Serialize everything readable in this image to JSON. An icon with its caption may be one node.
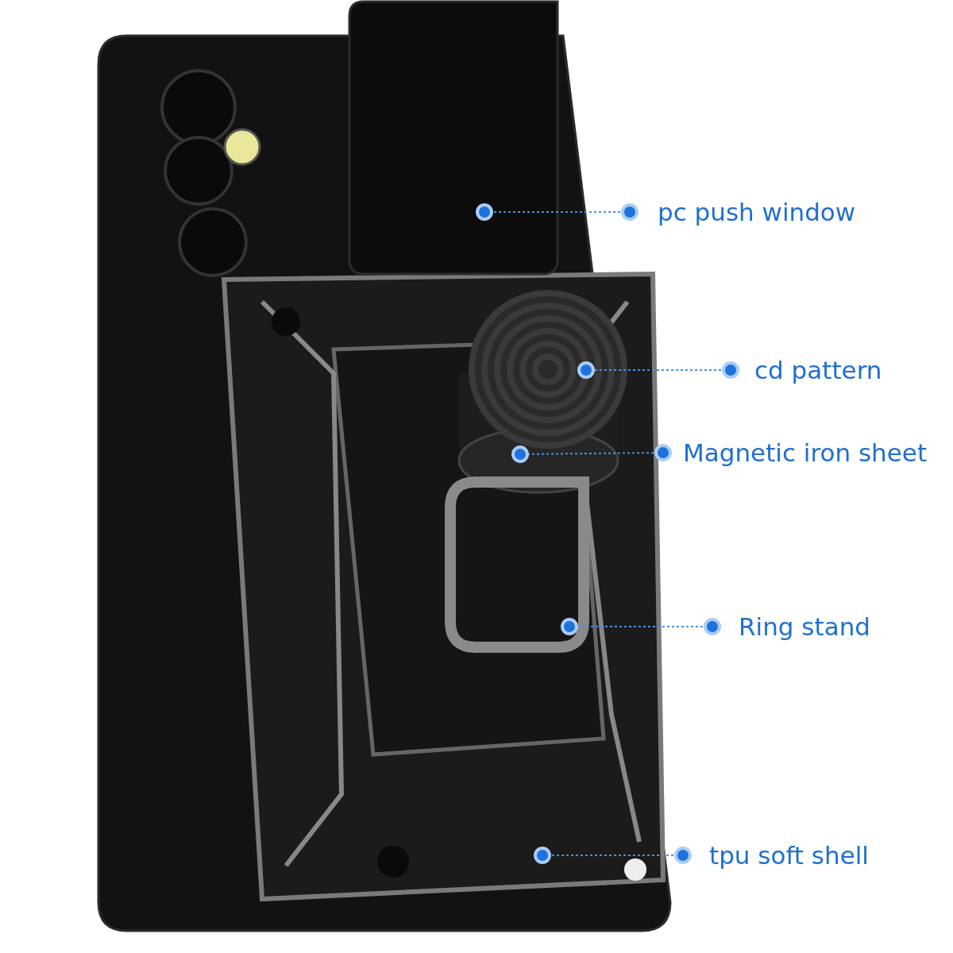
{
  "diagram": {
    "nodes": [
      {
        "text": [
          "pc push window"
        ]
      },
      {
        "text": [
          "cd pattern"
        ]
      },
      {
        "text": [
          "Magnetic iron sheet"
        ]
      },
      {
        "text": [
          "Ring stand"
        ]
      },
      {
        "text": [
          "tpu soft shell"
        ]
      },
      {
        "text": [],
        "shape": "box"
      },
      {
        "text": [],
        "shape": "box"
      },
      {
        "text": [],
        "shape": "circle",
        "in": 5
      },
      {
        "text": [],
        "shape": "cylinder",
        "in": 5
      },
      {
        "text": [],
        "shape": "ring",
        "in": 5
      }
    ],
    "edges": [
      {
        "from": 0,
        "to": 6,
        "arrow": "other",
        "style": "dashed"
      },
      {
        "from": 1,
        "to": 7,
        "arrow": "other",
        "style": "dashed"
      },
      {
        "from": 2,
        "to": 8,
        "arrow": "other",
        "style": "dashed"
      },
      {
        "from": 3,
        "to": 9,
        "arrow": "other",
        "style": "dashed"
      },
      {
        "from": 4,
        "to": 5,
        "arrow": "other",
        "style": "dashed"
      }
    ]
  }
}
